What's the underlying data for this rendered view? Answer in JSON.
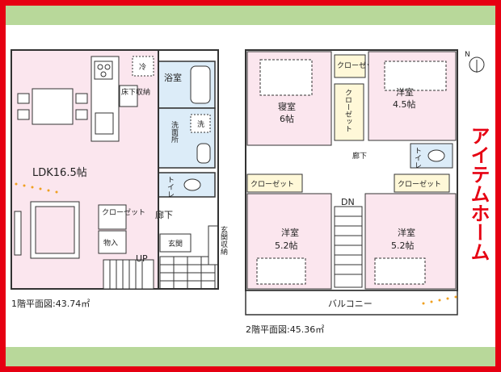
{
  "floor1": {
    "title": "1階平面図:43.74㎡",
    "rooms": {
      "ldk": "LDK16.5帖",
      "bath": "浴室",
      "washroom": "洗面所",
      "toilet": "トイレ",
      "closet": "クローゼット",
      "storage": "物入",
      "floor_storage": "床下収納",
      "hallway": "廊下",
      "entrance": "玄関",
      "entrance_storage": "玄関収納",
      "up": "UP",
      "washer": "洗",
      "fridge": "冷"
    }
  },
  "floor2": {
    "title": "2階平面図:45.36㎡",
    "rooms": {
      "bedroom": "寝室",
      "bedroom_size": "6帖",
      "western_a": "洋室",
      "western_a_size": "4.5帖",
      "western_b": "洋室",
      "western_b_size": "5.2帖",
      "western_c": "洋室",
      "western_c_size": "5.2帖",
      "closet_small": "クローゼット",
      "closet_v": "クローゼット",
      "closet_left": "クローゼット",
      "closet_right": "クローゼット",
      "hallway": "廊下",
      "toilet": "トイレ",
      "dn": "DN",
      "balcony": "バルコニー"
    }
  },
  "brand": {
    "name": "アイテムホーム",
    "color": "#e60012"
  },
  "compass": {
    "north": "N"
  },
  "colors": {
    "room_fill": "#fbe6ee",
    "wet_fill": "#dcecf8",
    "closet_fill": "#fff8d8",
    "wall": "#333333",
    "band": "#b8d89a",
    "frame": "#e60012",
    "dot": "#f0a020"
  }
}
